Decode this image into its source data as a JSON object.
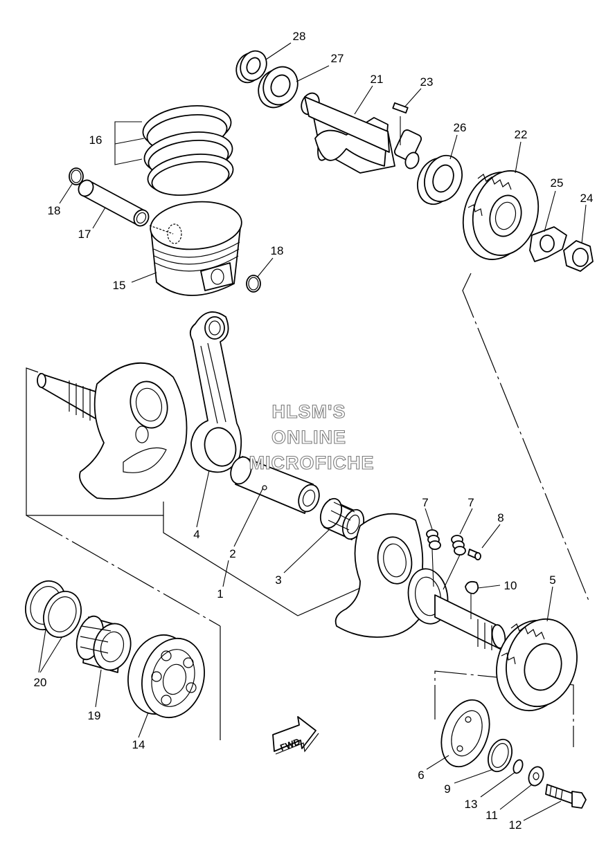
{
  "watermark": {
    "line1": "HLSM'S",
    "line2": "ONLINE",
    "line3": "MICROFICHE"
  },
  "direction_arrow": {
    "label": "FWD"
  },
  "callouts": [
    {
      "id": "c1",
      "label": "1"
    },
    {
      "id": "c2",
      "label": "2"
    },
    {
      "id": "c3",
      "label": "3"
    },
    {
      "id": "c4",
      "label": "4"
    },
    {
      "id": "c5",
      "label": "5"
    },
    {
      "id": "c6",
      "label": "6"
    },
    {
      "id": "c7a",
      "label": "7"
    },
    {
      "id": "c7b",
      "label": "7"
    },
    {
      "id": "c8",
      "label": "8"
    },
    {
      "id": "c9",
      "label": "9"
    },
    {
      "id": "c10",
      "label": "10"
    },
    {
      "id": "c11",
      "label": "11"
    },
    {
      "id": "c12",
      "label": "12"
    },
    {
      "id": "c13",
      "label": "13"
    },
    {
      "id": "c14",
      "label": "14"
    },
    {
      "id": "c15",
      "label": "15"
    },
    {
      "id": "c16",
      "label": "16"
    },
    {
      "id": "c17",
      "label": "17"
    },
    {
      "id": "c18a",
      "label": "18"
    },
    {
      "id": "c18b",
      "label": "18"
    },
    {
      "id": "c19",
      "label": "19"
    },
    {
      "id": "c20",
      "label": "20"
    },
    {
      "id": "c21",
      "label": "21"
    },
    {
      "id": "c22",
      "label": "22"
    },
    {
      "id": "c23",
      "label": "23"
    },
    {
      "id": "c24",
      "label": "24"
    },
    {
      "id": "c25",
      "label": "25"
    },
    {
      "id": "c26",
      "label": "26"
    },
    {
      "id": "c27",
      "label": "27"
    },
    {
      "id": "c28",
      "label": "28"
    }
  ]
}
